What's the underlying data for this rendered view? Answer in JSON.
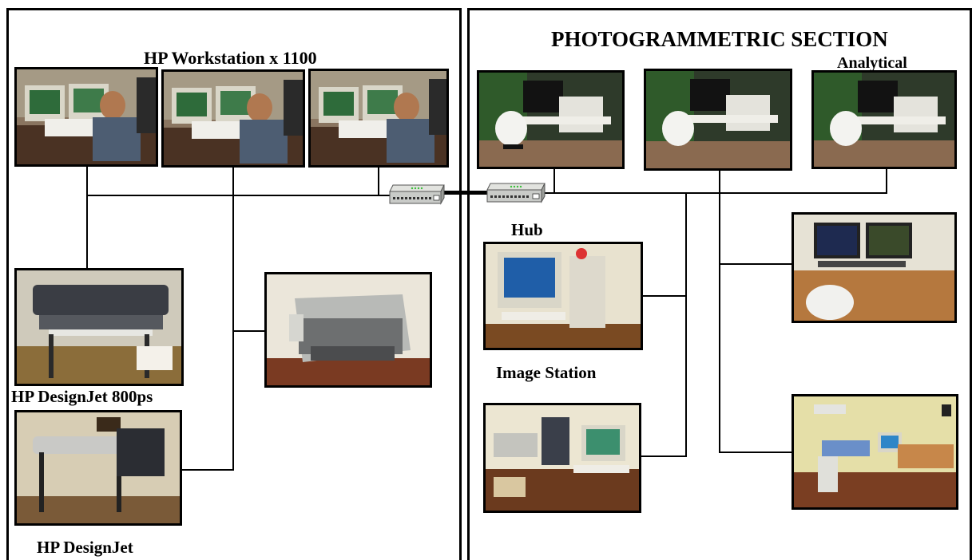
{
  "labels": {
    "workstation_title": "HP Workstation x 1100",
    "section_title": "PHOTOGRAMMETRIC SECTION",
    "analytical": "Analytical",
    "hub": "Hub",
    "image_station": "Image Station",
    "designjet_800": "HP DesignJet 800ps",
    "designjet": "HP DesignJet"
  },
  "colors": {
    "line": "#000000",
    "hub_body": "#c9cbc8",
    "hub_led": "#3cbf3c",
    "monitor_bezel": "#d9d6c8",
    "screen_green": "#2e6b3a",
    "screen_blue": "#1f5ea8",
    "wall": "#e8e2cf",
    "floor_brown": "#7a4a22"
  },
  "icons": [
    "photo-workstation",
    "photo-analytical-station",
    "photo-image-station",
    "photo-plotter",
    "photo-printer",
    "photo-scanner",
    "hub-icon"
  ]
}
